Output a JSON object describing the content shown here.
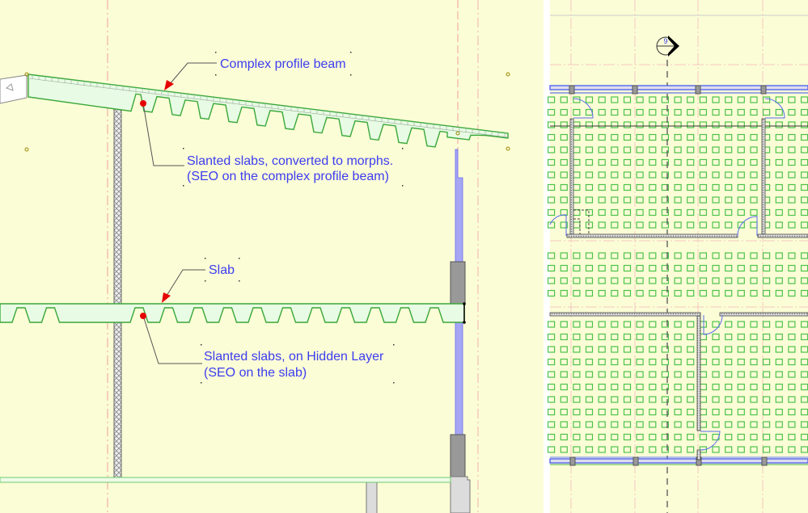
{
  "colors": {
    "background": "#fbfdd6",
    "annotation_text": "#3c3cf0",
    "slab_outline": "#3aa83a",
    "slab_fill": "#e8fbe4",
    "marker_red": "#e60000",
    "grid_square": "#4cc24c",
    "wall_blue": "#3c50f0"
  },
  "section_view": {
    "labels": {
      "beam": "Complex profile beam",
      "beam_morphs_line1": "Slanted slabs, converted to morphs.",
      "beam_morphs_line2": "(SEO on the complex profile beam)",
      "slab": "Slab",
      "slab_hidden_line1": "Slanted slabs, on Hidden Layer",
      "slab_hidden_line2": "(SEO on the slab)"
    }
  },
  "plan_view": {
    "section_marker": {
      "icon": "section-marker-icon",
      "label": "9"
    }
  }
}
